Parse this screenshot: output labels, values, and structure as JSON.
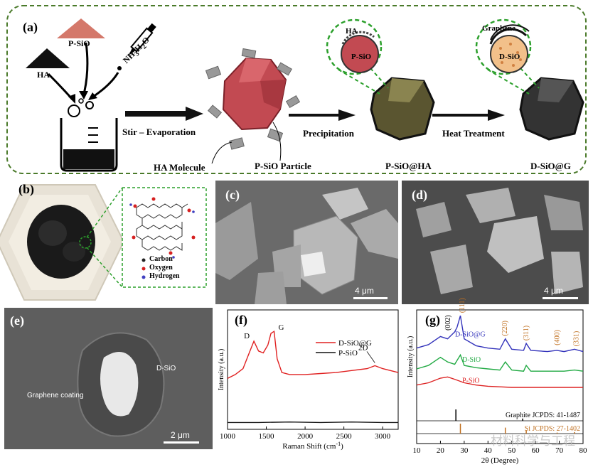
{
  "panel_a": {
    "label": "(a)",
    "ha": "HA",
    "psio": "P-SiO",
    "nh3h2o": "NH",
    "nh3_sub3": "3",
    "nh3_h": "H",
    "nh3_sub2": "2",
    "nh3_o": "O",
    "stir": "Stir – Evaporation",
    "ha_molecule": "HA Molecule",
    "psio_particle": "P-SiO Particle",
    "precipitation": "Precipitation",
    "heat_treatment": "Heat Treatment",
    "psio_ha": "P-SiO@HA",
    "dsio_g": "D-SiO@G",
    "bubble1_top": "HA",
    "bubble1_core": "P-SiO",
    "bubble2_top": "Graphene",
    "bubble2_core": "D-SiO"
  },
  "panel_b": {
    "label": "(b)",
    "legend": [
      "Carbon",
      "Oxygen",
      "Hydrogen"
    ],
    "legend_colors": [
      "#222222",
      "#d62020",
      "#4040c0"
    ]
  },
  "panel_c": {
    "label": "(c)",
    "scale": "4 μm"
  },
  "panel_d": {
    "label": "(d)",
    "scale": "4 μm"
  },
  "panel_e": {
    "label": "(e)",
    "scale": "2 μm",
    "dsio": "D-SiO",
    "coating": "Graphene coating"
  },
  "panel_f": {
    "label": "(f)",
    "peak_d": "D",
    "peak_g": "G",
    "peak_2d": "2D"
  },
  "panel_g": {
    "label": "(g)",
    "peak_002": "(002)",
    "peak_111": "(111)",
    "peak_220": "(220)",
    "peak_311": "(311)",
    "peak_400": "(400)",
    "peak_331": "(331)",
    "ref_graphite": "Graphite JCPDS: 41-1487",
    "ref_si": "Si JCPDS: 27-1402"
  },
  "watermark": "材料科学与工程",
  "chart_data": [
    {
      "type": "line",
      "xlabel": "Raman Shift (cm",
      "xlabel_sup": "-1",
      "xlabel_end": ")",
      "ylabel": "Intensity (a.u.)",
      "xlim": [
        1000,
        3200
      ],
      "xticks": [
        1000,
        1500,
        2000,
        2500,
        3000
      ],
      "series": [
        {
          "name": "D-SiO@G",
          "color": "#e02020",
          "x": [
            1000,
            1100,
            1200,
            1280,
            1340,
            1400,
            1460,
            1520,
            1560,
            1600,
            1640,
            1700,
            1800,
            2000,
            2200,
            2400,
            2600,
            2800,
            2900,
            3000,
            3200
          ],
          "y": [
            0.52,
            0.56,
            0.62,
            0.78,
            0.9,
            0.8,
            0.78,
            0.86,
            0.98,
            1.0,
            0.72,
            0.58,
            0.56,
            0.56,
            0.57,
            0.58,
            0.6,
            0.62,
            0.65,
            0.62,
            0.58
          ]
        },
        {
          "name": "P-SiO",
          "color": "#111111",
          "x": [
            1000,
            1400,
            1800,
            2200,
            2600,
            3000,
            3200
          ],
          "y": [
            0.07,
            0.07,
            0.075,
            0.07,
            0.075,
            0.07,
            0.07
          ]
        }
      ]
    },
    {
      "type": "line",
      "xlabel": "2θ (Degree)",
      "ylabel": "Intensity (a.u.)",
      "xlim": [
        10,
        80
      ],
      "xticks": [
        10,
        20,
        30,
        40,
        50,
        60,
        70,
        80
      ],
      "series": [
        {
          "name": "D-SiO@G",
          "color": "#3333bb",
          "x": [
            10,
            15,
            20,
            23,
            26,
            27,
            28.4,
            30,
            35,
            40,
            45,
            47.3,
            50,
            55,
            56.1,
            58,
            65,
            69,
            72,
            76.4,
            80
          ],
          "y": [
            0.72,
            0.75,
            0.82,
            0.8,
            0.86,
            0.9,
            1.0,
            0.8,
            0.74,
            0.72,
            0.71,
            0.8,
            0.71,
            0.7,
            0.76,
            0.7,
            0.69,
            0.7,
            0.69,
            0.71,
            0.69
          ]
        },
        {
          "name": "D-SiO",
          "color": "#22aa44",
          "x": [
            10,
            15,
            20,
            23,
            26,
            28.4,
            30,
            35,
            40,
            45,
            47.3,
            50,
            55,
            56.1,
            58,
            65,
            69,
            72,
            76.4,
            80
          ],
          "y": [
            0.54,
            0.57,
            0.64,
            0.6,
            0.58,
            0.66,
            0.57,
            0.55,
            0.54,
            0.53,
            0.6,
            0.53,
            0.52,
            0.57,
            0.52,
            0.52,
            0.52,
            0.52,
            0.53,
            0.52
          ]
        },
        {
          "name": "P-SiO",
          "color": "#dd2222",
          "x": [
            10,
            15,
            20,
            23,
            26,
            30,
            35,
            40,
            45,
            50,
            55,
            60,
            65,
            70,
            75,
            80
          ],
          "y": [
            0.4,
            0.42,
            0.46,
            0.47,
            0.45,
            0.42,
            0.4,
            0.39,
            0.385,
            0.38,
            0.38,
            0.38,
            0.38,
            0.38,
            0.38,
            0.38
          ]
        }
      ],
      "ref_lines": {
        "graphite": {
          "x": [
            26.5,
            54.6
          ],
          "h": [
            1.0,
            0.2
          ]
        },
        "si": {
          "x": [
            28.4,
            47.3,
            56.1,
            69.1,
            76.4
          ],
          "h": [
            1.0,
            0.6,
            0.35,
            0.1,
            0.15
          ]
        }
      }
    }
  ]
}
